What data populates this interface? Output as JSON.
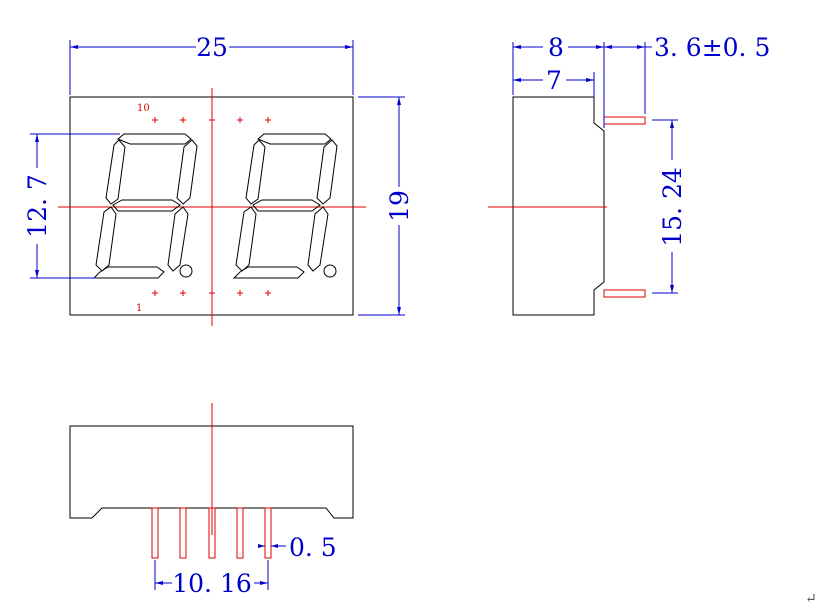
{
  "colors": {
    "outline": "#000000",
    "dimension": "#0000cc",
    "centerline": "#e00000",
    "pin": "#e00000"
  },
  "front_view": {
    "width_label": "25",
    "height_label": "19",
    "digit_height_label": "12. 7",
    "pin_label_top": "10",
    "pin_label_bottom": "1"
  },
  "side_view": {
    "depth_label": "8",
    "body_depth_label": "7",
    "pin_length_label": "3. 6±0. 5",
    "row_spacing_label": "15. 24"
  },
  "bottom_view": {
    "pin_width_label": "0. 5",
    "pin_span_label": "10. 16"
  },
  "return_glyph": "↵"
}
